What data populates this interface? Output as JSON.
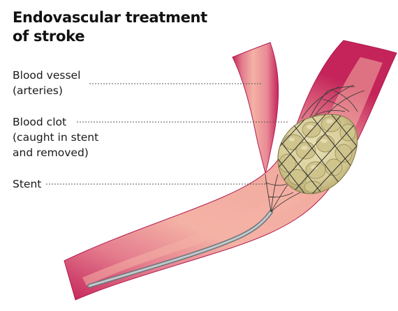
{
  "title": {
    "line1": "Endovascular treatment",
    "line2": "of stroke"
  },
  "labels": {
    "blood_vessel": {
      "line1": "Blood vessel",
      "line2": "(arteries)"
    },
    "blood_clot": {
      "line1": "Blood clot",
      "line2": "(caught in stent",
      "line3": "and removed)"
    },
    "stent": {
      "line1": "Stent"
    }
  },
  "colors": {
    "vessel_wall": "#c4245a",
    "vessel_lumen": "#f4b2a5",
    "clot_fill": "#dcd3a2",
    "clot_shadow": "#b8ab72",
    "stent_mesh": "#3a3a3a",
    "catheter": "#8f979c",
    "leader_line": "#555555"
  }
}
